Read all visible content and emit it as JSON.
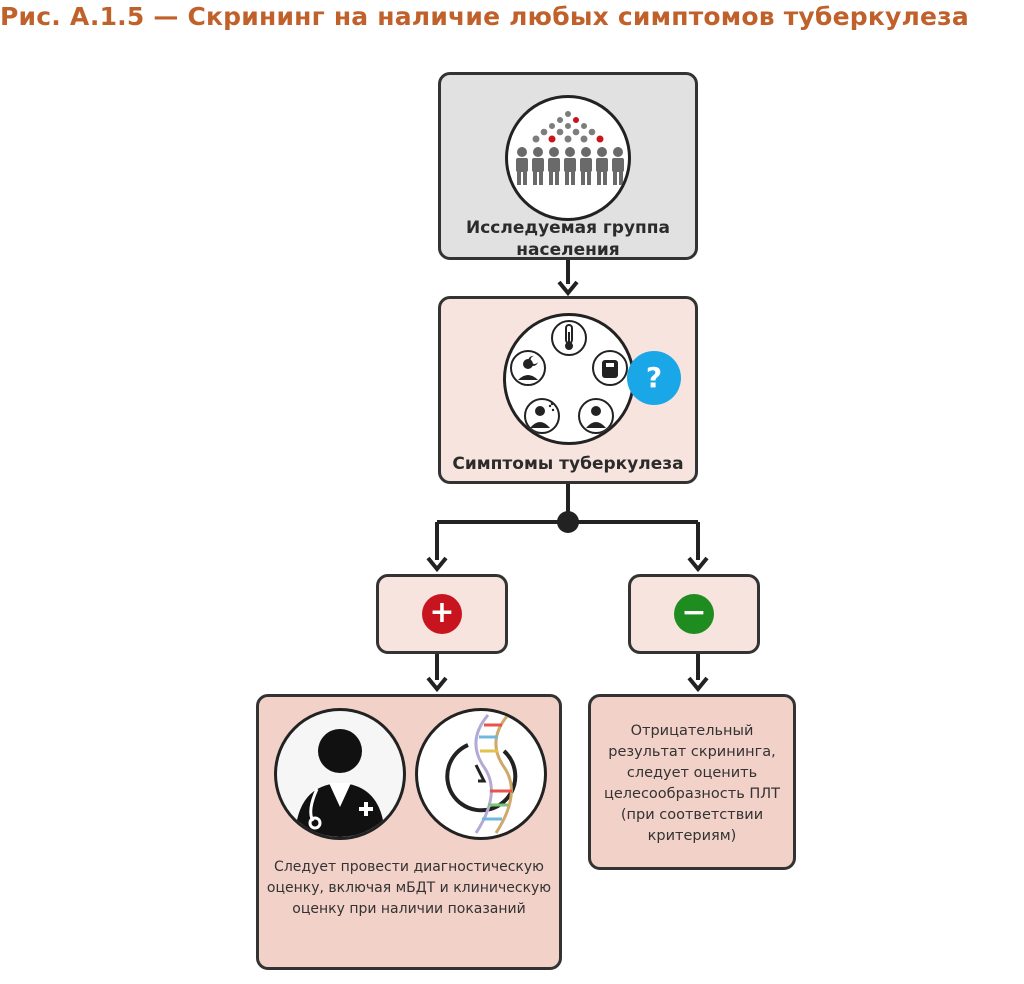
{
  "figure": {
    "title": "Рис. A.1.5 — Скрининг на наличие любых симптомов туберкулеза"
  },
  "nodes": {
    "population": {
      "label": "Исследуемая группа населения",
      "icon": "population-icon"
    },
    "symptoms": {
      "label": "Симптомы туберкулеза",
      "icon": "symptoms-icon",
      "badge": "?"
    },
    "positive": {
      "symbol": "+",
      "color": "#c8141e"
    },
    "negative": {
      "symbol": "−",
      "color": "#1e8c1e"
    },
    "diagnostic": {
      "text": "Следует провести диагностическую оценку, включая мБДТ и клиническую оценку при наличии показаний",
      "icons": [
        "doctor-icon",
        "molecular-test-icon"
      ]
    },
    "negative_result": {
      "text": "Отрицательный результат скрининга, следует оценить целесообразность ПЛТ (при соответствии критериям)"
    }
  },
  "colors": {
    "title": "#c0612b",
    "box_border": "#333333",
    "box_gray": "#e1e1e1",
    "box_pink": "#f8e4df",
    "box_pink_dark": "#f1d1c8",
    "question_badge": "#1aa7e8"
  }
}
